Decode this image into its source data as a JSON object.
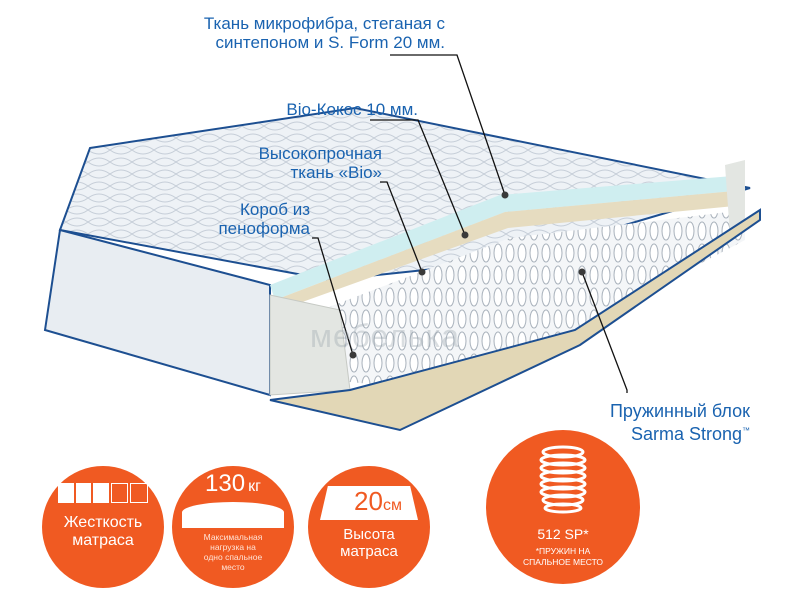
{
  "labels": {
    "microfiber_line1": "Ткань микрофибра, стеганая с",
    "microfiber_line2": "синтепоном и S. Form 20 мм.",
    "coconut": "Bio-Кокос 10 мм.",
    "fabric_line1": "Высокопрочная",
    "fabric_line2": "ткань «Bio»",
    "foam_line1": "Короб из",
    "foam_line2": "пеноформа",
    "spring_line1": "Пружинный блок",
    "spring_line2": "Sarma Strong",
    "spring_tm": "™"
  },
  "watermark": "мебелька",
  "badges": {
    "firmness": {
      "line1": "Жесткость",
      "line2": "матраса",
      "level_filled": 3,
      "level_total": 5
    },
    "load": {
      "value": "130",
      "unit": "кг",
      "line1": "Максимальная",
      "line2": "нагрузка на",
      "line3": "одно спальное",
      "line4": "место"
    },
    "height": {
      "value": "20",
      "unit": "см",
      "line1": "Высота",
      "line2": "матраса"
    },
    "springs": {
      "value": "512 SP*",
      "line1": "*ПРУЖИН НА",
      "line2": "СПАЛЬНОЕ МЕСТО"
    }
  },
  "colors": {
    "accent": "#f05a22",
    "label": "#1a63b0",
    "edge": "#1d4f91"
  }
}
